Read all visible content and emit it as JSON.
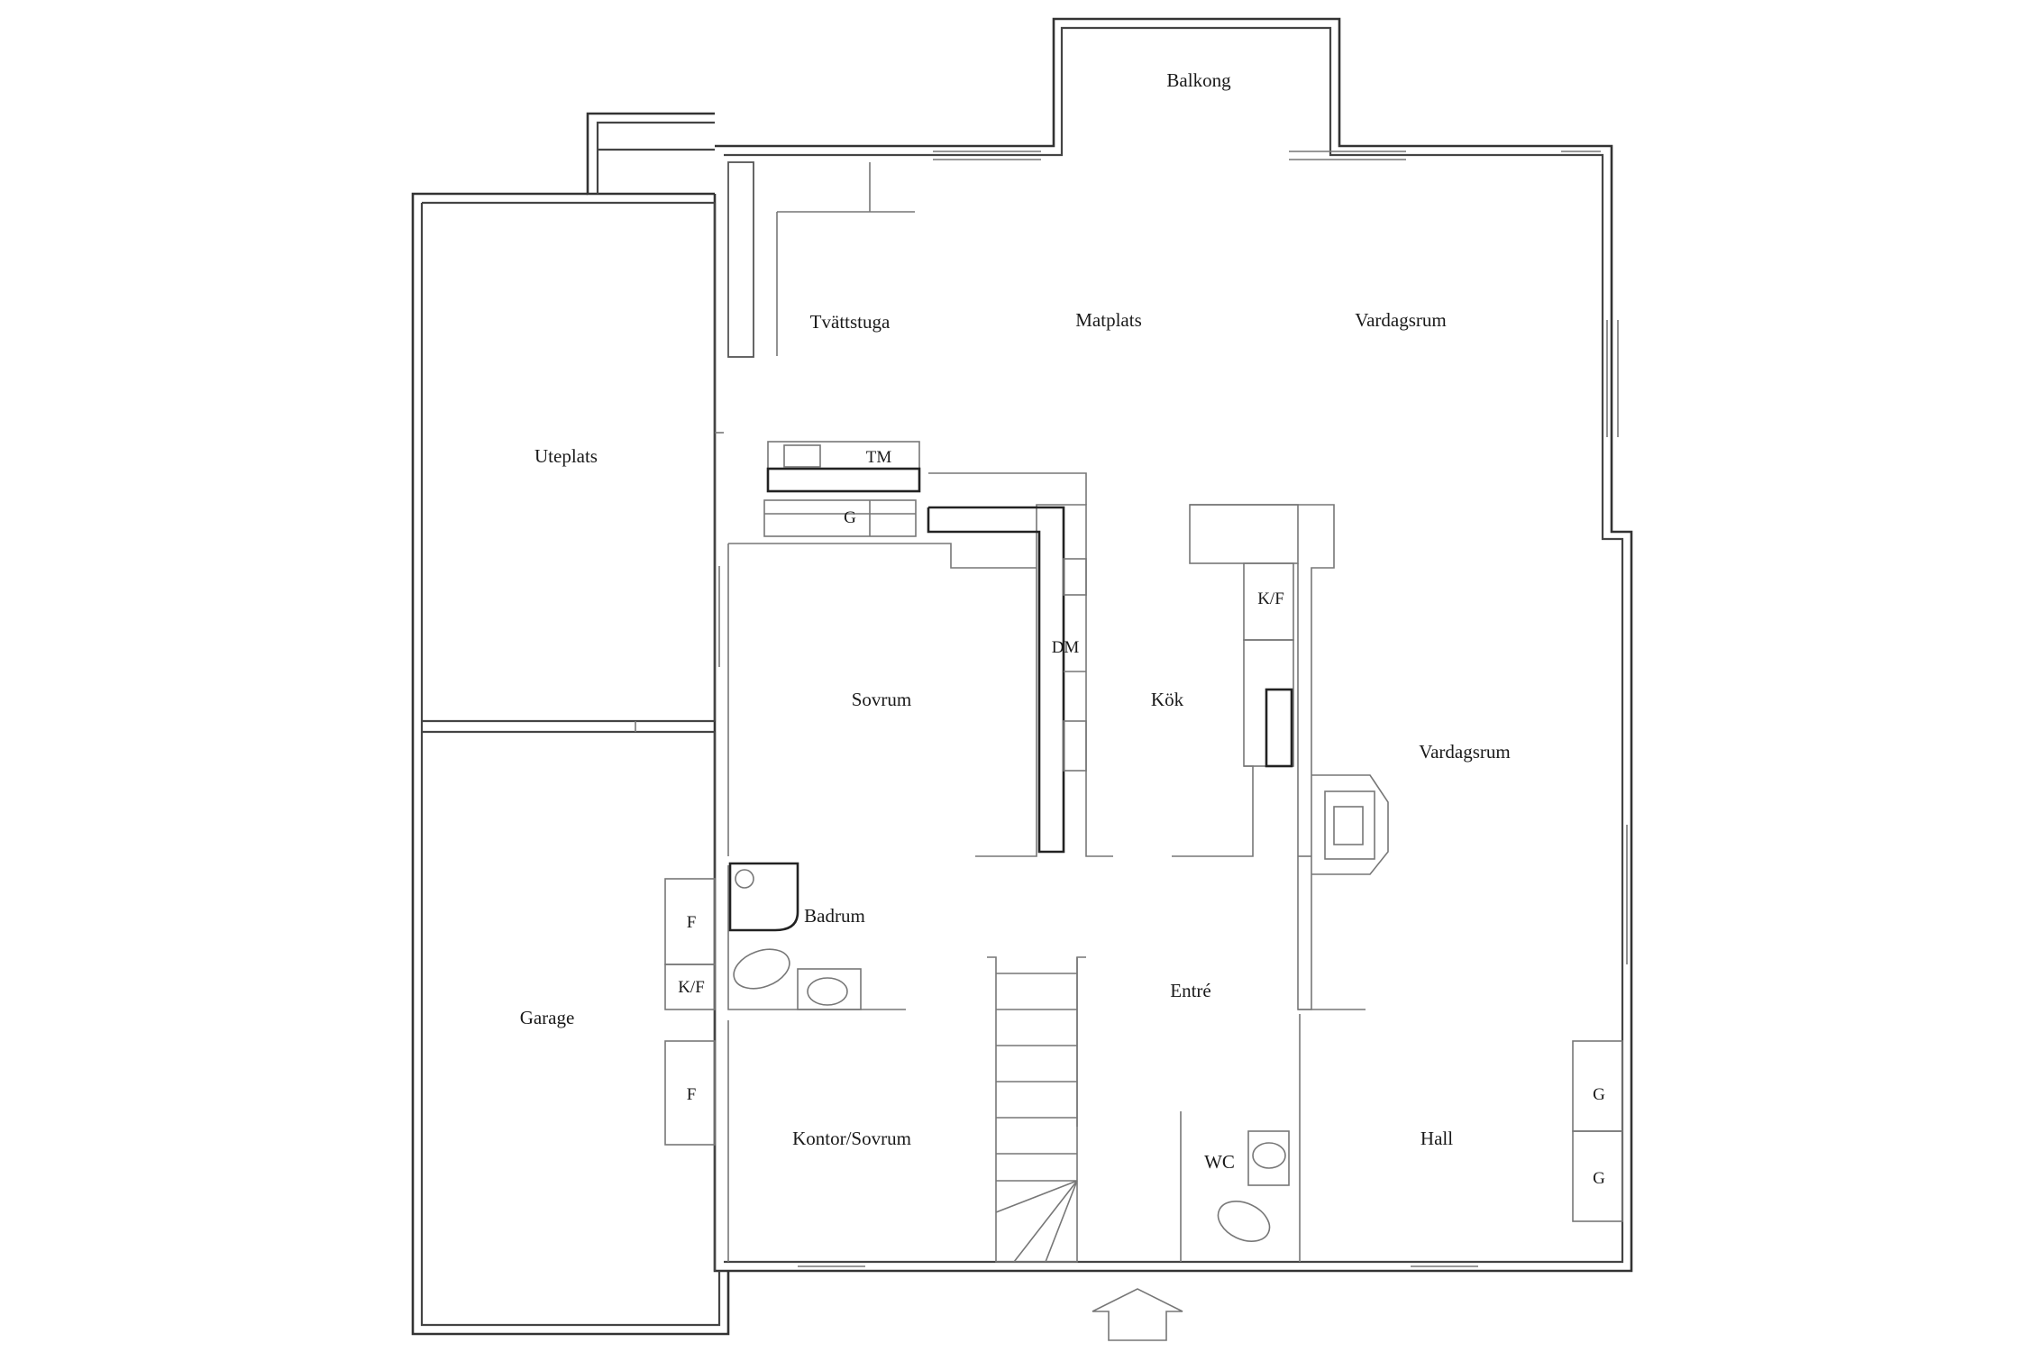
{
  "rooms": {
    "balkong": "Balkong",
    "tvattstuga": "Tvättstuga",
    "matplats": "Matplats",
    "vardagsrum_top": "Vardagsrum",
    "uteplats": "Uteplats",
    "sovrum": "Sovrum",
    "kok": "Kök",
    "vardagsrum_mid": "Vardagsrum",
    "badrum": "Badrum",
    "garage": "Garage",
    "entre": "Entré",
    "kontor": "Kontor/Sovrum",
    "wc": "WC",
    "hall": "Hall"
  },
  "fixtures": {
    "tm": "TM",
    "g_laundry": "G",
    "dm": "DM",
    "kf_kitchen": "K/F",
    "f_upper": "F",
    "kf_garage": "K/F",
    "f_lower": "F",
    "g_hall_1": "G",
    "g_hall_2": "G"
  },
  "colors": {
    "background": "#ffffff",
    "walls": "#444444",
    "text": "#1a1a1a"
  }
}
